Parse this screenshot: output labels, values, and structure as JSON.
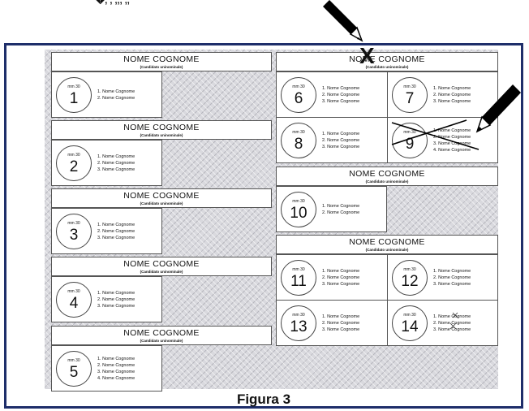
{
  "top_fragment": "�, , ,,, ,,",
  "figure_caption": "Figura 3",
  "left_groups": [
    {
      "name": "NOME COGNOME",
      "subtitle": "(Candidato uninominale)",
      "lists": [
        {
          "size": "mm 30",
          "number": "1",
          "candidates": [
            "1. Nome Cognome",
            "2. Nome Cognome"
          ]
        }
      ]
    },
    {
      "name": "NOME COGNOME",
      "subtitle": "(Candidato uninominale)",
      "lists": [
        {
          "size": "mm 30",
          "number": "2",
          "candidates": [
            "1. Nome Cognome",
            "2. Nome Cognome",
            "3. Nome Cognome"
          ]
        }
      ]
    },
    {
      "name": "NOME COGNOME",
      "subtitle": "(Candidato uninominale)",
      "lists": [
        {
          "size": "mm 30",
          "number": "3",
          "candidates": [
            "1. Nome Cognome",
            "2. Nome Cognome",
            "3. Nome Cognome"
          ]
        }
      ]
    },
    {
      "name": "NOME COGNOME",
      "subtitle": "(Candidato uninominale)",
      "lists": [
        {
          "size": "mm 30",
          "number": "4",
          "candidates": [
            "1. Nome Cognome",
            "2. Nome Cognome",
            "3. Nome Cognome"
          ]
        }
      ]
    },
    {
      "name": "NOME COGNOME",
      "subtitle": "(Candidato uninominale)",
      "lists": [
        {
          "size": "mm 30",
          "number": "5",
          "candidates": [
            "1. Nome Cognome",
            "2. Nome Cognome",
            "3. Nome Cognome",
            "4. Nome Cognome"
          ]
        }
      ]
    }
  ],
  "right_groups": [
    {
      "name": "NOME COGNOME",
      "subtitle": "(Candidato uninominale)",
      "lists": [
        {
          "size": "mm 30",
          "number": "6",
          "candidates": [
            "1. Nome Cognome",
            "2. Nome Cognome",
            "3. Nome Cognome"
          ]
        },
        {
          "size": "mm 30",
          "number": "7",
          "candidates": [
            "1. Nome Cognome",
            "2. Nome Cognome",
            "3. Nome Cognome"
          ]
        },
        {
          "size": "mm 30",
          "number": "8",
          "candidates": [
            "1. Nome Cognome",
            "2. Nome Cognome",
            "3. Nome Cognome"
          ]
        },
        {
          "size": "mm 30",
          "number": "9",
          "candidates": [
            "1. Nome Cognome",
            "2. Nome Cognome",
            "3. Nome Cognome",
            "4. Nome Cognome"
          ]
        }
      ]
    },
    {
      "name": "NOME COGNOME",
      "subtitle": "(Candidato uninominale)",
      "lists": [
        {
          "size": "mm 30",
          "number": "10",
          "candidates": [
            "1. Nome Cognome",
            "2. Nome Cognome"
          ]
        }
      ]
    },
    {
      "name": "NOME COGNOME",
      "subtitle": "(Candidato uninominale)",
      "lists": [
        {
          "size": "mm 30",
          "number": "11",
          "candidates": [
            "1. Nome Cognome",
            "2. Nome Cognome",
            "3. Nome Cognome"
          ]
        },
        {
          "size": "mm 30",
          "number": "12",
          "candidates": [
            "1. Nome Cognome",
            "2. Nome Cognome",
            "3. Nome Cognome"
          ]
        },
        {
          "size": "mm 30",
          "number": "13",
          "candidates": [
            "1. Nome Cognome",
            "2. Nome Cognome",
            "3. Nome Cognome"
          ]
        },
        {
          "size": "mm 30",
          "number": "14",
          "candidates": [
            "1. Nome Cognome",
            "2. Nome Cognome",
            "3. Nome Cognome"
          ]
        }
      ]
    }
  ],
  "marks": {
    "x_on_name": "X"
  },
  "colors": {
    "frame": "#1e2e6a",
    "background_pattern": "#d9d9de"
  },
  "icons": [
    "pencil-icon",
    "pencil-icon"
  ]
}
